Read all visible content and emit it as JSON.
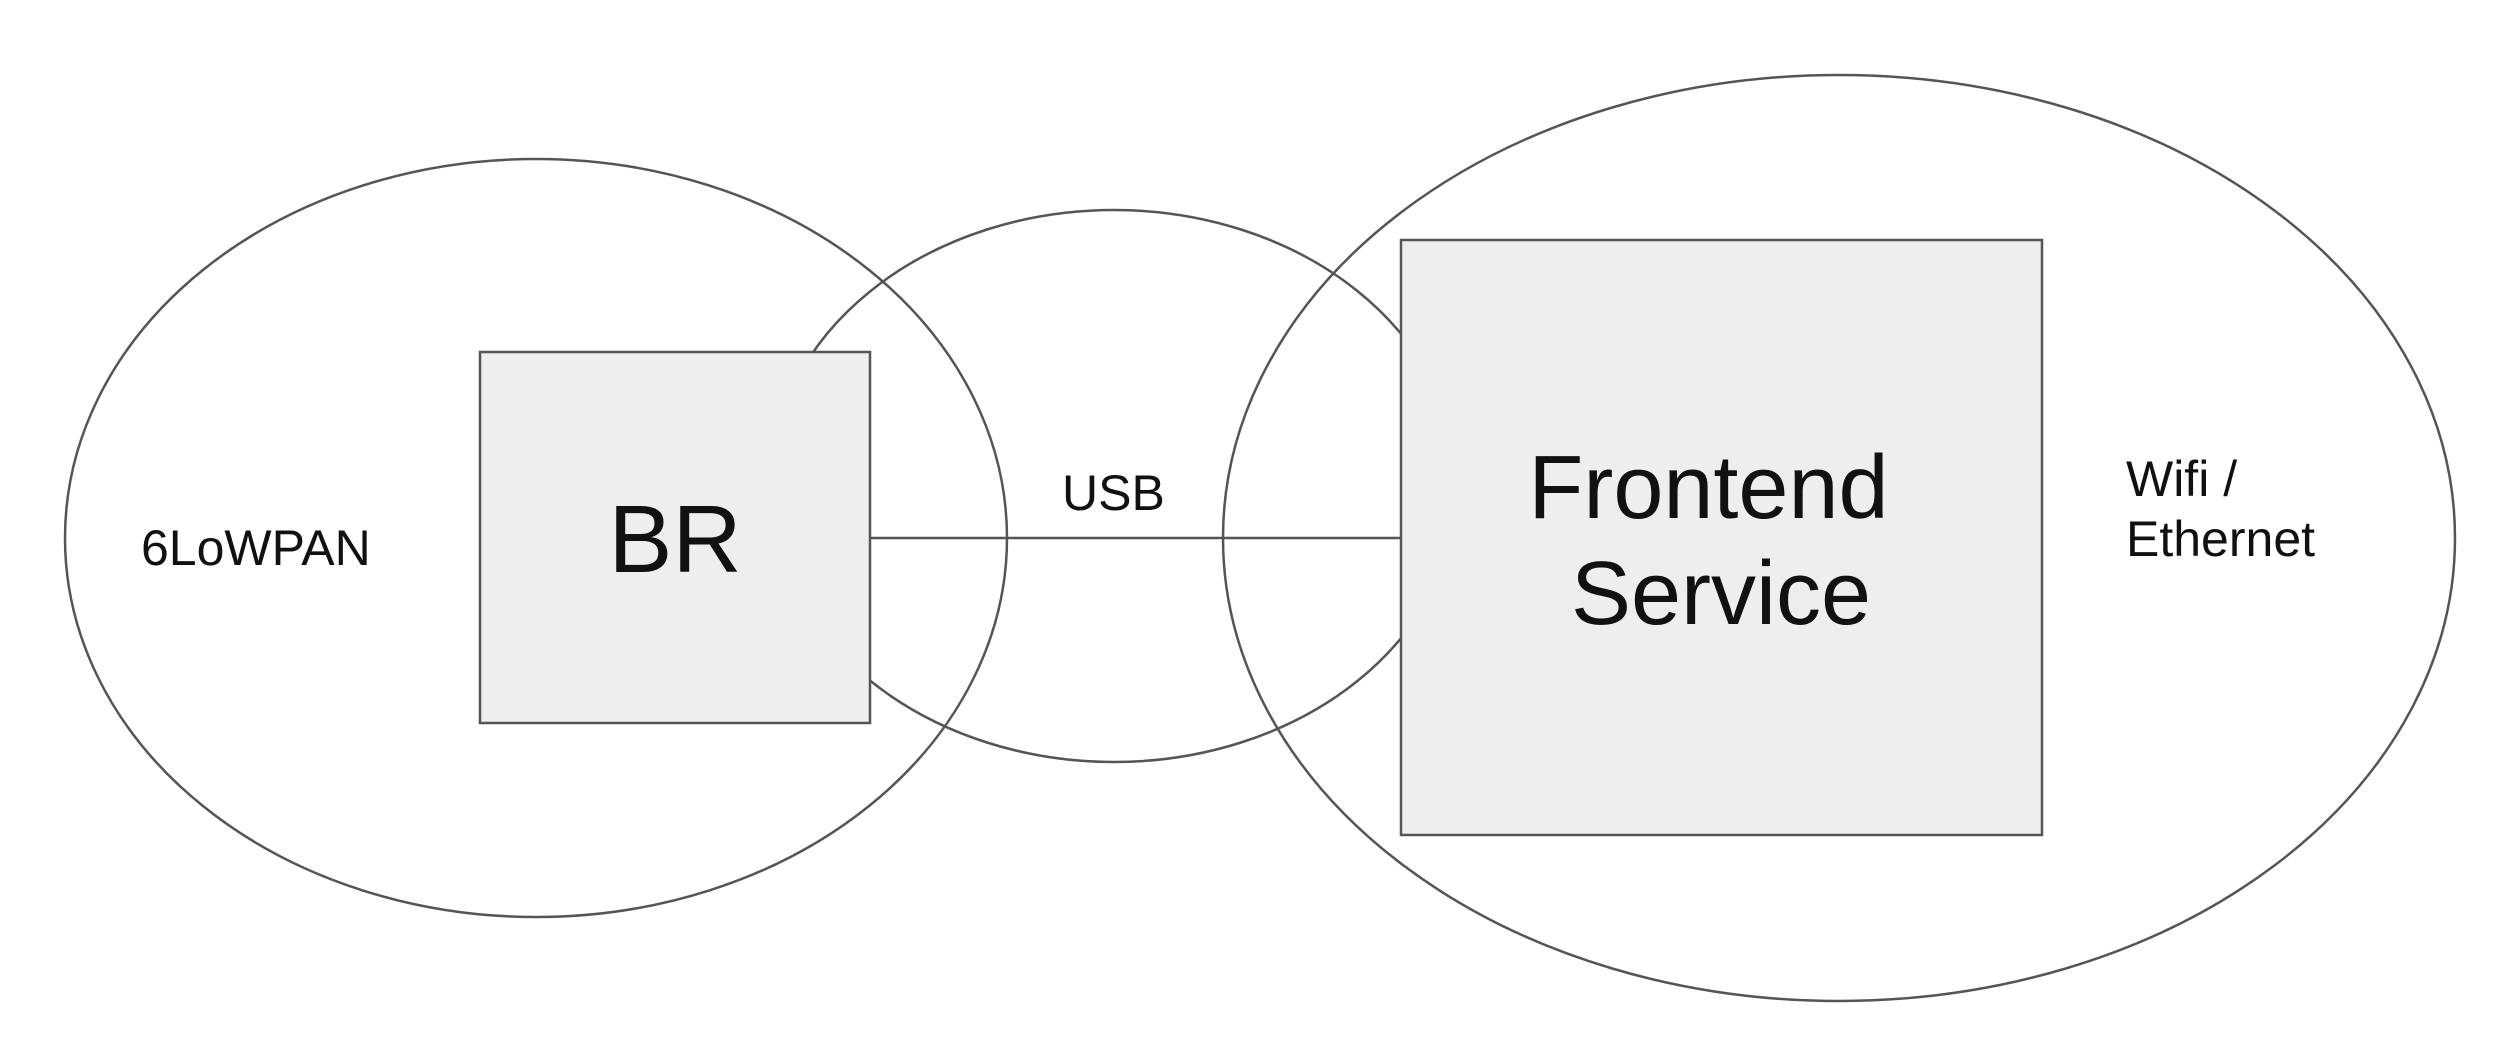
{
  "diagram": {
    "zones": {
      "lowpan": {
        "label": "6LoWPAN"
      },
      "usb": {
        "label": "USB"
      },
      "wifi": {
        "label_lines": [
          "Wifi /",
          "Ethernet"
        ]
      }
    },
    "nodes": {
      "br": {
        "label": "BR"
      },
      "frontend": {
        "label_lines": [
          "Frontend",
          "Service"
        ]
      }
    }
  },
  "colors": {
    "stroke": "#555555",
    "node_fill": "#eeeeee",
    "background": "#ffffff",
    "text": "#111111"
  }
}
